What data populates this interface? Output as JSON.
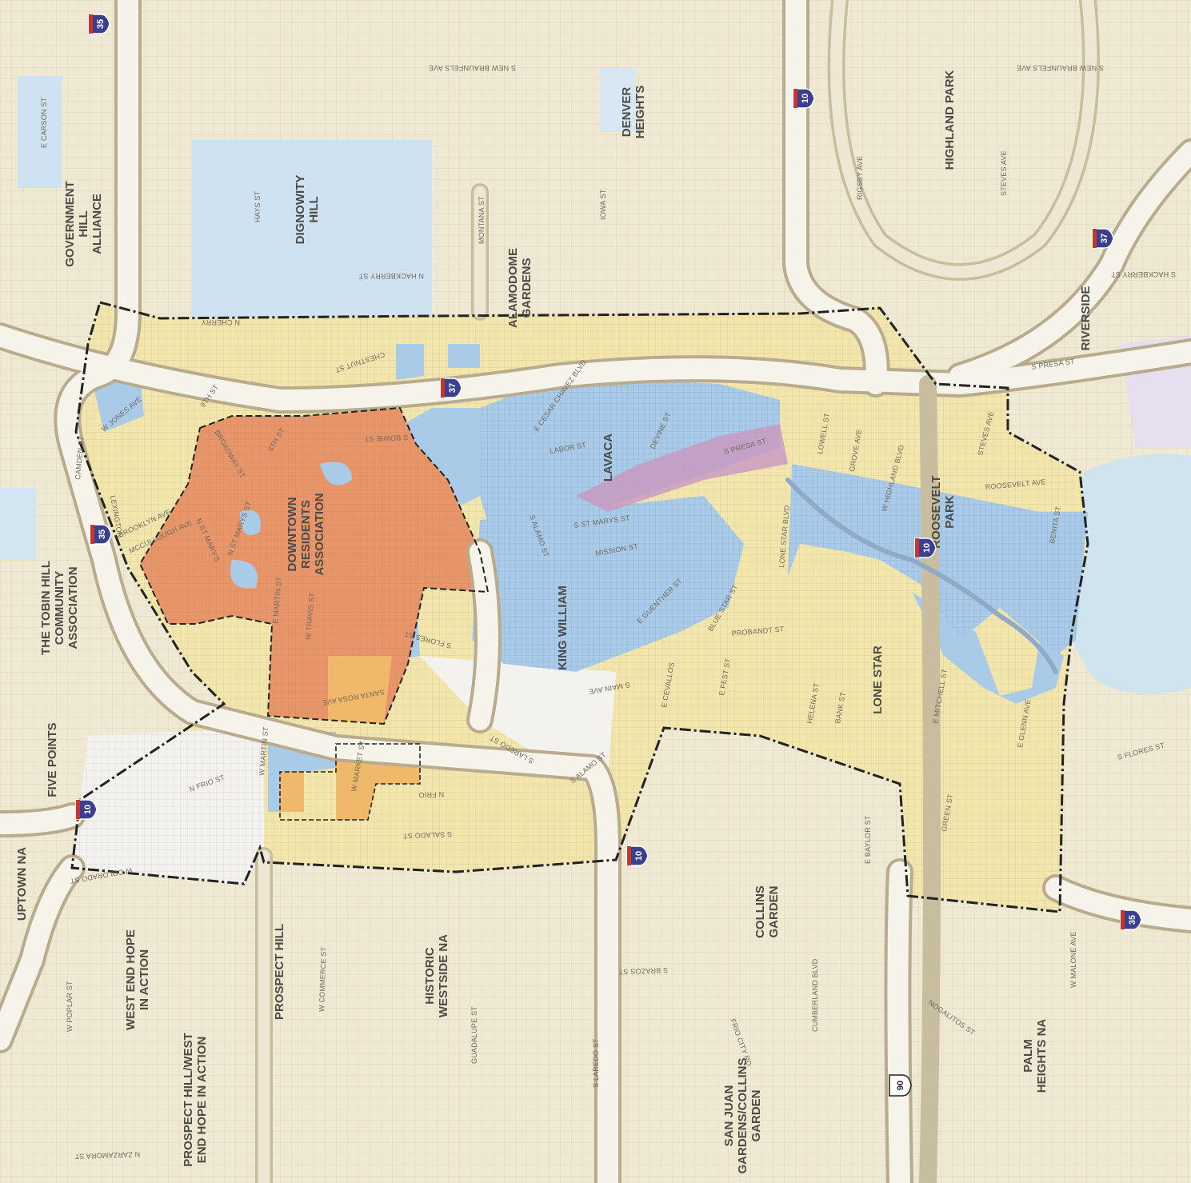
{
  "colors": {
    "base": "#efe8d2",
    "block_grid": "#e2d9bd",
    "study_area_yellow": "#f3e6ad",
    "blue_area": "#a9cbe8",
    "orange_area": "#e8956a",
    "light_orange": "#f0b86a",
    "pink_corridor": "#c99bc2",
    "highway": "#f6f3ea",
    "highway_casing": "#b9ab8d",
    "water": "#cfe4ee",
    "boundary": "#222222",
    "interstate_shield": "#3b3f8f",
    "interstate_top": "#c8352b"
  },
  "neighborhoods": [
    {
      "id": "government-hill",
      "lines": [
        "GOVERNMENT",
        "HILL",
        "ALLIANCE"
      ]
    },
    {
      "id": "dignowity-hill",
      "lines": [
        "DIGNOWITY",
        "HILL"
      ]
    },
    {
      "id": "denver-heights",
      "lines": [
        "DENVER",
        "HEIGHTS"
      ]
    },
    {
      "id": "highland-park",
      "lines": [
        "HIGHLAND PARK"
      ]
    },
    {
      "id": "alamodome-gardens",
      "lines": [
        "ALAMODOME",
        "GARDENS"
      ]
    },
    {
      "id": "riverside",
      "lines": [
        "RIVERSIDE"
      ]
    },
    {
      "id": "lavaca",
      "lines": [
        "LAVACA"
      ]
    },
    {
      "id": "downtown-residents",
      "lines": [
        "DOWNTOWN",
        "RESIDENTS",
        "ASSOCIATION"
      ]
    },
    {
      "id": "roosevelt-park",
      "lines": [
        "ROOSEVELT",
        "PARK"
      ]
    },
    {
      "id": "king-william",
      "lines": [
        "KING WILLIAM"
      ]
    },
    {
      "id": "tobin-hill",
      "lines": [
        "THE TOBIN HILL",
        "COMMUNITY",
        "ASSOCIATION"
      ]
    },
    {
      "id": "lone-star",
      "lines": [
        "LONE STAR"
      ]
    },
    {
      "id": "five-points",
      "lines": [
        "FIVE POINTS"
      ]
    },
    {
      "id": "uptown",
      "lines": [
        "UPTOWN NA"
      ]
    },
    {
      "id": "west-end-hope",
      "lines": [
        "WEST END HOPE",
        "IN ACTION"
      ]
    },
    {
      "id": "prospect-hill",
      "lines": [
        "PROSPECT HILL"
      ]
    },
    {
      "id": "historic-westside",
      "lines": [
        "HISTORIC",
        "WESTSIDE NA"
      ]
    },
    {
      "id": "collins-garden",
      "lines": [
        "COLLINS",
        "GARDEN"
      ]
    },
    {
      "id": "prospect-hill-west-end",
      "lines": [
        "PROSPECT HILL/WEST",
        "END HOPE IN ACTION"
      ]
    },
    {
      "id": "san-juan-gardens",
      "lines": [
        "SAN JUAN",
        "GARDENS/COLLINS",
        "GARDEN"
      ]
    },
    {
      "id": "palm-heights",
      "lines": [
        "PALM",
        "HEIGHTS NA"
      ]
    }
  ],
  "streets": [
    "E CARSON ST",
    "S NEW BRAUNFELS AVE",
    "S NEW BRAUNFELS AVE",
    "HAYS ST",
    "N HACKBERRY ST",
    "MONTANA ST",
    "IOWA ST",
    "RIGSBY AVE",
    "STEVES AVE",
    "S HACKBERRY ST",
    "N CHERRY",
    "CHESTNUT ST",
    "E CESAR CHAVEZ BLVD",
    "S PRESA ST",
    "W JONES AVE",
    "9TH ST",
    "8TH ST",
    "BROADWAY ST",
    "S BOWIE ST",
    "LABOR ST",
    "DEVINE ST",
    "S PRESA ST",
    "LOWELL ST",
    "GROVE AVE",
    "W HIGHLAND BLVD",
    "STEVES AVE",
    "ROOSEVELT AVE",
    "CAMDEN ST",
    "LEXINGTON",
    "BROOKLYN AVE",
    "MCCULLOUGH AVE",
    "N ST MARYS ST",
    "N ST MARY'S",
    "S ST MARYS ST",
    "S ALAMO ST",
    "MISSION ST",
    "BENITA ST",
    "E MARTIN ST",
    "W TRAVIS ST",
    "E GUENTHER ST",
    "BLUE STAR ST",
    "LONE STAR BLVD",
    "PROBANDT ST",
    "S FLORES ST",
    "SANTA ROSA AVE",
    "S MAIN AVE",
    "E CEVALLOS",
    "E FEST ST",
    "HELENA ST",
    "BANK ST",
    "E MITCHELL ST",
    "E GLENN AVE",
    "W MARTIN ST",
    "W MARKET ST",
    "S LAREDO ST",
    "S ALAMO ST",
    "N FRIO ST",
    "N FRIO",
    "S SALADO ST",
    "S FLORES ST",
    "E BAYLOR ST",
    "GREEN ST",
    "W COLORADO ST",
    "W COMMERCE ST",
    "S BRAZOS ST",
    "W MALONE AVE",
    "W POPLAR ST",
    "GUADALUPE ST",
    "CUMBERLAND BLVD",
    "NOGALITOS ST",
    "FRIO CITY RD",
    "S LAREDO ST",
    "N ZARZAMORA ST"
  ],
  "shields": [
    {
      "type": "interstate",
      "route": "35"
    },
    {
      "type": "interstate",
      "route": "10"
    },
    {
      "type": "interstate",
      "route": "37"
    },
    {
      "type": "interstate",
      "route": "37"
    },
    {
      "type": "interstate",
      "route": "35"
    },
    {
      "type": "interstate",
      "route": "10"
    },
    {
      "type": "interstate",
      "route": "10"
    },
    {
      "type": "interstate",
      "route": "10"
    },
    {
      "type": "interstate",
      "route": "35"
    },
    {
      "type": "us",
      "route": "90"
    }
  ]
}
